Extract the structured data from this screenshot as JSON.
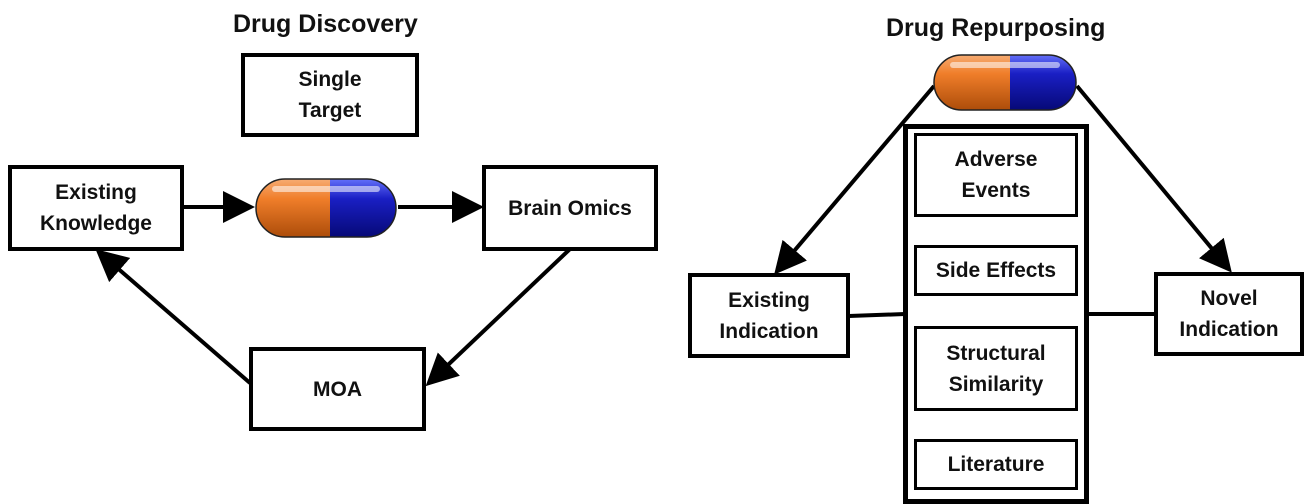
{
  "discovery": {
    "title": "Drug Discovery",
    "single_target": "Single\nTarget",
    "existing_knowledge": "Existing\nKnowledge",
    "brain_omics": "Brain Omics",
    "moa": "MOA"
  },
  "repurposing": {
    "title": "Drug Repurposing",
    "existing_indication": "Existing\nIndication",
    "novel_indication": "Novel\nIndication",
    "evidence": [
      "Adverse\nEvents",
      "Side Effects",
      "Structural\nSimilarity",
      "Literature"
    ]
  },
  "colors": {
    "pill_orange": "#f07e2a",
    "pill_blue": "#1a1fc4",
    "stroke": "#000000"
  }
}
